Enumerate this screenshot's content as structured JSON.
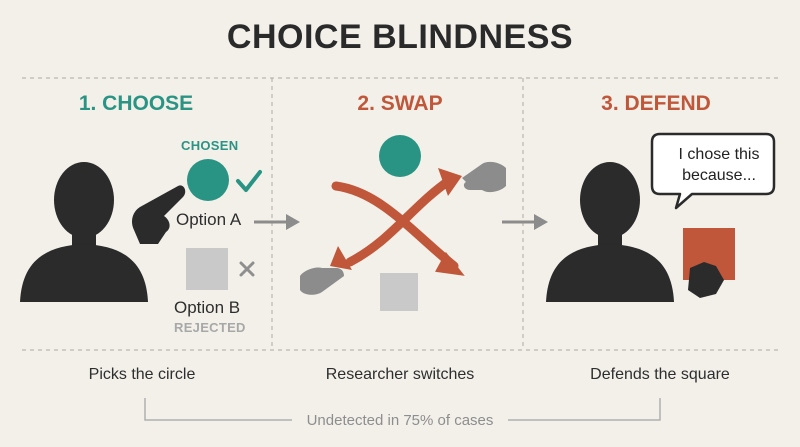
{
  "title": "CHOICE BLINDNESS",
  "steps": [
    {
      "label": "1. CHOOSE",
      "color": "#2a9484",
      "caption": "Picks the circle"
    },
    {
      "label": "2. SWAP",
      "color": "#c0573a",
      "caption": "Researcher switches"
    },
    {
      "label": "3. DEFEND",
      "color": "#c0573a",
      "caption": "Defends the square"
    }
  ],
  "choose": {
    "chosen_label": "CHOSEN",
    "option_a": "Option A",
    "option_b": "Option B",
    "rejected_label": "REJECTED"
  },
  "defend": {
    "speech_line1": "I chose this",
    "speech_line2": "because..."
  },
  "footer": "Undetected in 75% of cases",
  "colors": {
    "teal": "#2a9484",
    "rust": "#c0573a",
    "silhouette": "#2b2b2b",
    "gray_shape": "#c9c9c9",
    "hand_gray": "#8c8c8c",
    "background": "#f2f0e9"
  },
  "icons": [
    "checkmark-icon",
    "cross-icon",
    "pointing-hand-icon",
    "swap-arrows-icon",
    "right-arrow-icon",
    "speech-bubble-icon"
  ]
}
